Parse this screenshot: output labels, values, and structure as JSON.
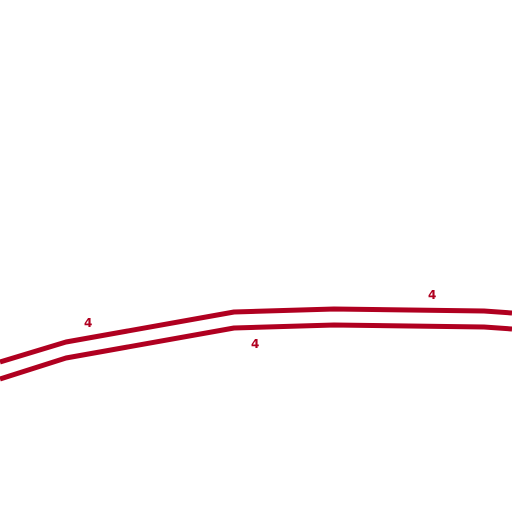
{
  "map": {
    "background": "#ffffff",
    "road_color": "#b00020",
    "feature": "divided-highway",
    "route_labels": [
      "4",
      "4",
      "4"
    ]
  }
}
